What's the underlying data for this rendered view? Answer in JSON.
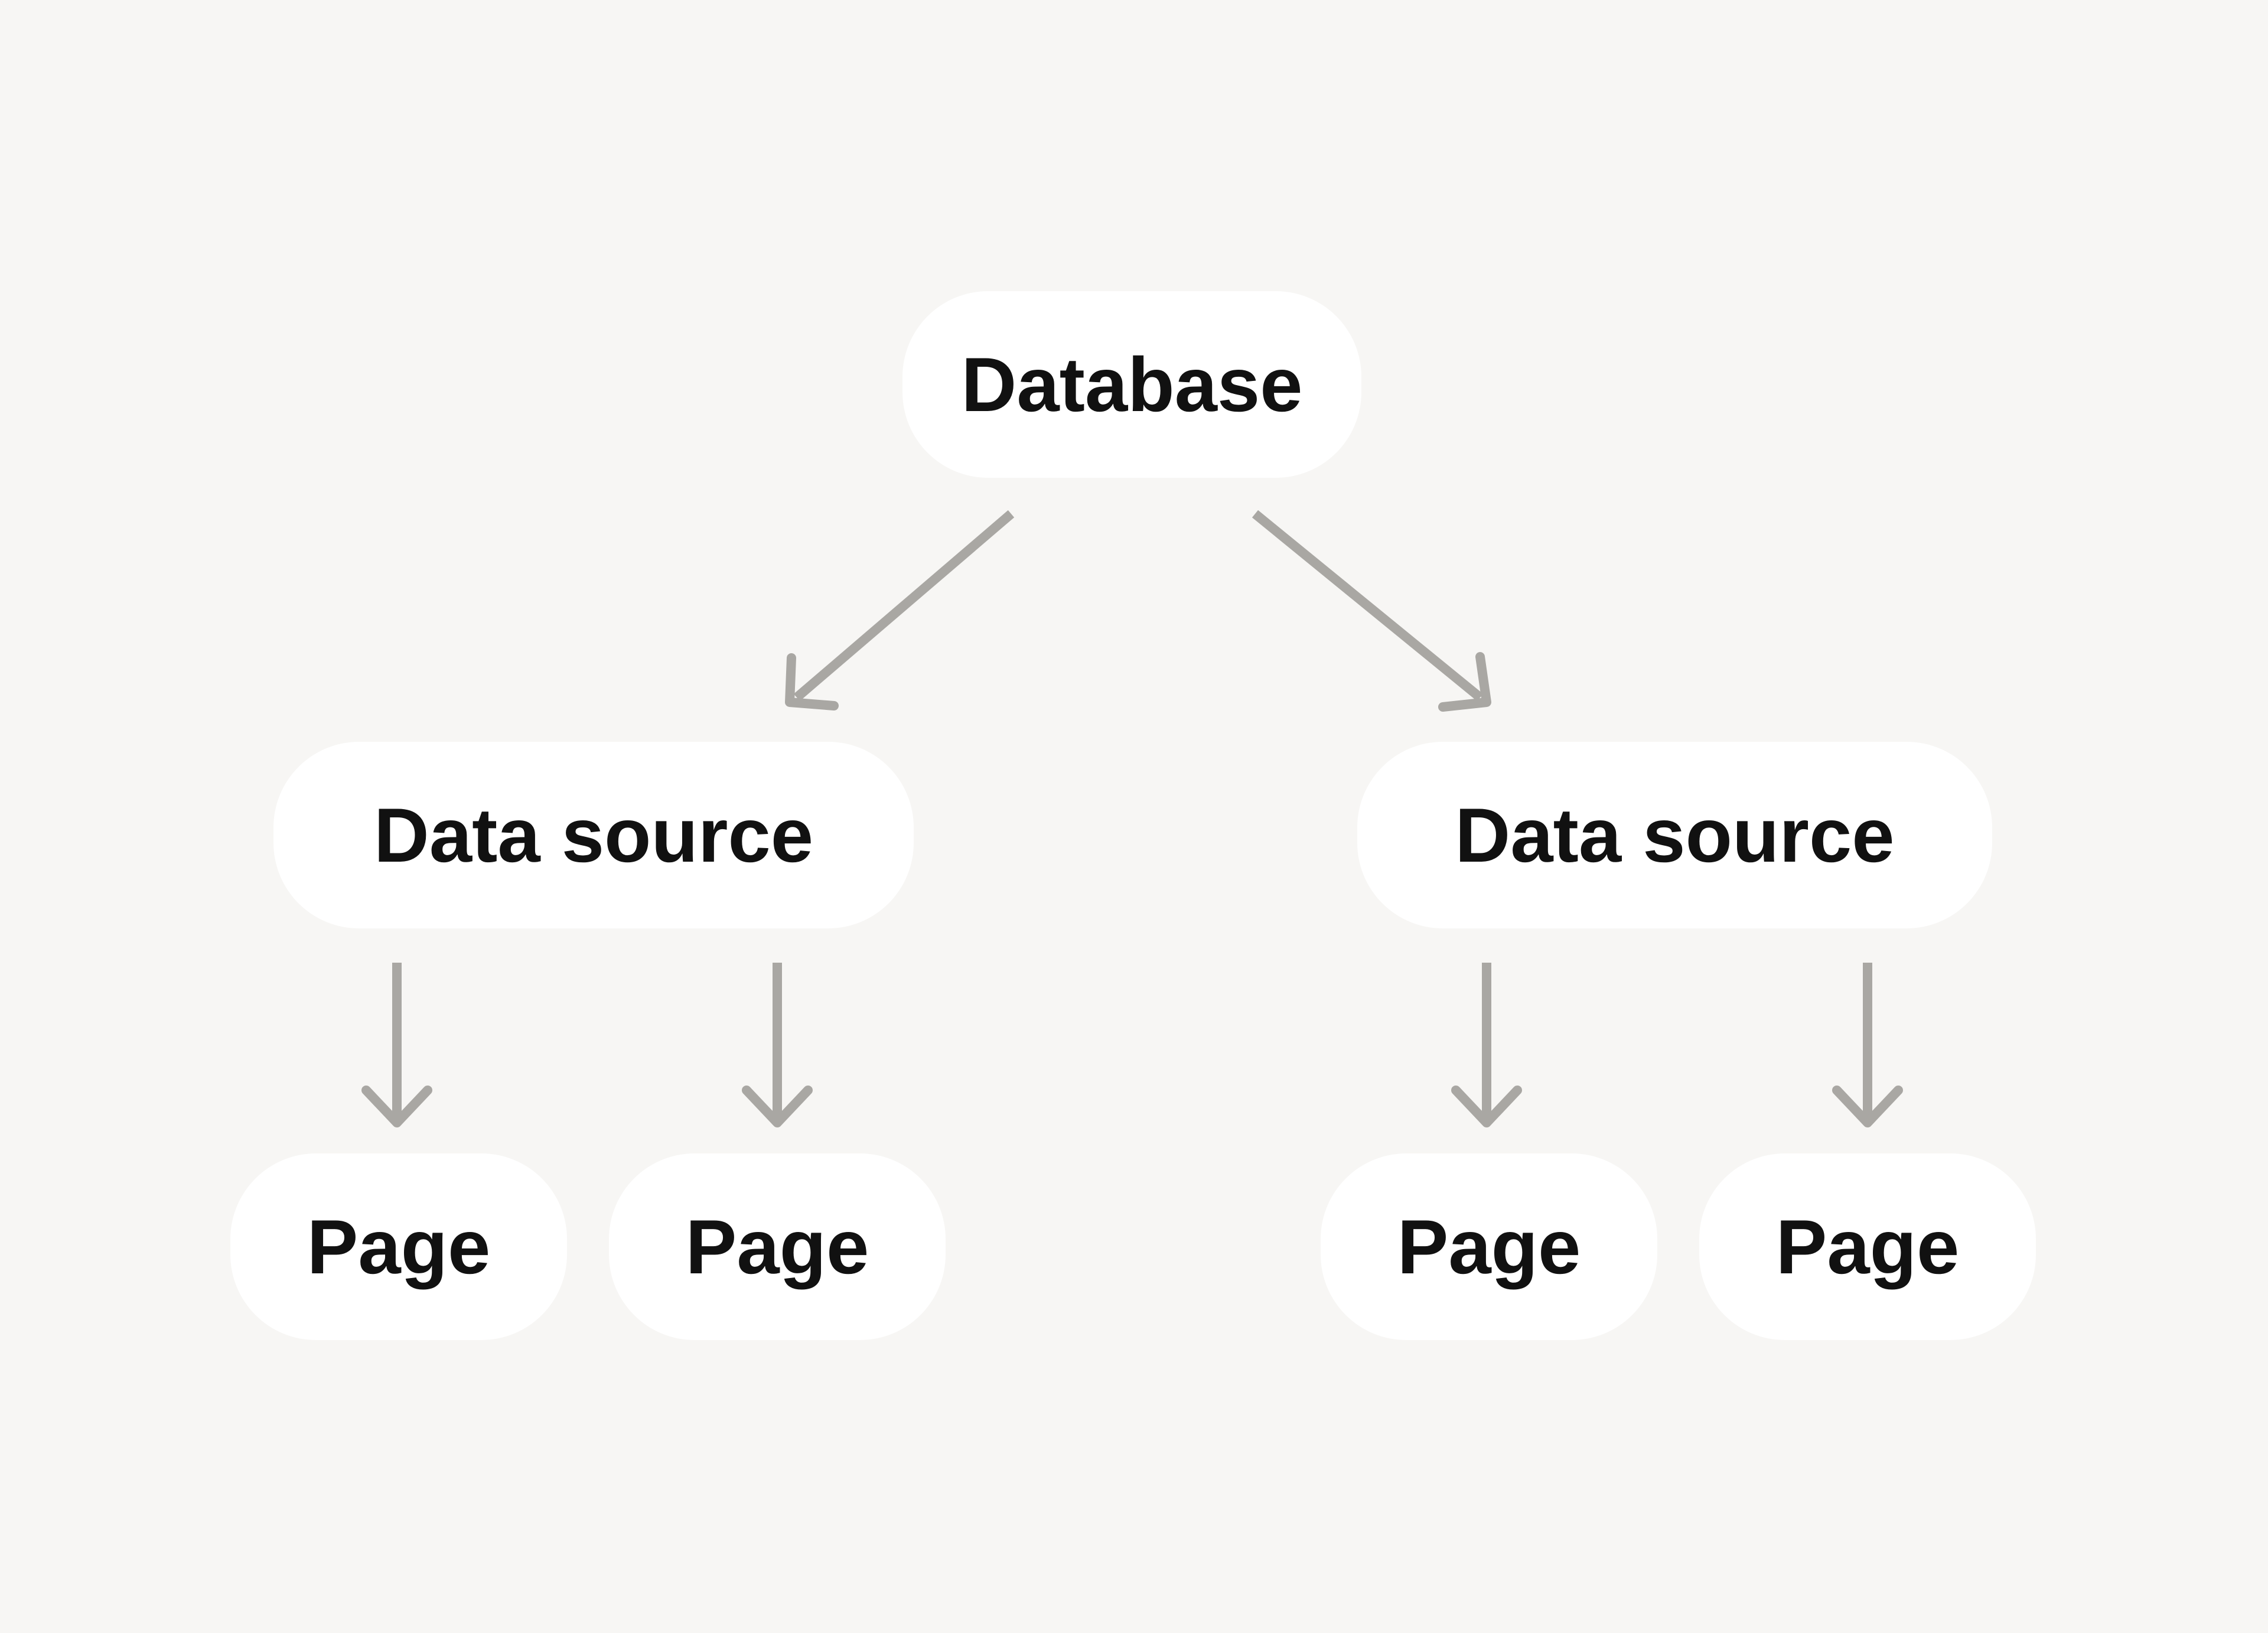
{
  "diagram": {
    "nodes": {
      "database": {
        "label": "Database"
      },
      "data_source_left": {
        "label": "Data source"
      },
      "data_source_right": {
        "label": "Data source"
      },
      "page_1": {
        "label": "Page"
      },
      "page_2": {
        "label": "Page"
      },
      "page_3": {
        "label": "Page"
      },
      "page_4": {
        "label": "Page"
      }
    },
    "colors": {
      "background": "#F7F6F4",
      "node_fill": "#FFFFFF",
      "node_text": "#111111",
      "arrow": "#A9A7A3"
    }
  }
}
